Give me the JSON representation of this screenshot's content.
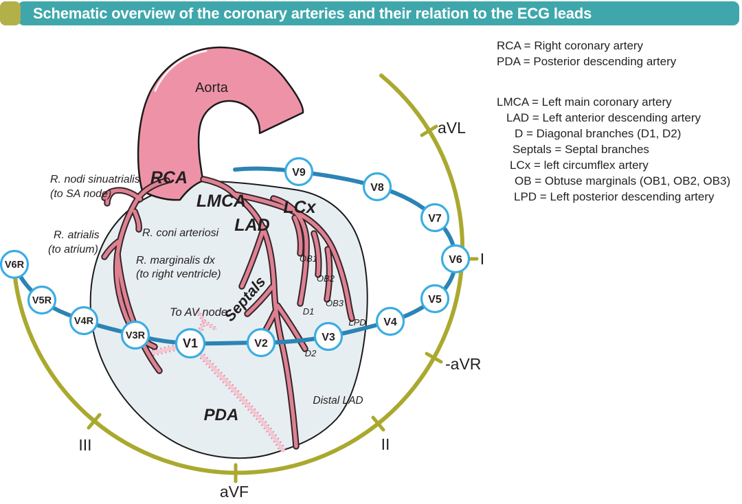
{
  "title": "Schematic overview of the coronary arteries and their relation to the ECG leads",
  "legend": {
    "group1": [
      "RCA = Right coronary artery",
      "PDA = Posterior descending artery"
    ],
    "group2": [
      "LMCA = Left main coronary artery",
      "LAD = Left anterior descending artery",
      "D = Diagonal branches (D1, D2)",
      "Septals = Septal branches",
      "LCx = left circumflex artery",
      "OB = Obtuse marginals (OB1, OB2, OB3)",
      "LPD = Left posterior descending artery"
    ]
  },
  "anatomy": {
    "aorta": "Aorta",
    "rca": "RCA",
    "lmca": "LMCA",
    "lcx": "LCx",
    "lad": "LAD",
    "septals": "Septals",
    "pda": "PDA",
    "r_nodi_line1": "R. nodi sinuatrialis",
    "r_nodi_line2": "(to SA node)",
    "r_atrialis_line1": "R. atrialis",
    "r_atrialis_line2": "(to atrium)",
    "r_coni": "R. coni arteriosi",
    "r_marginalis_line1": "R. marginalis dx",
    "r_marginalis_line2": "(to right ventricle)",
    "to_av_node": "To AV node",
    "ob1": "OB1",
    "ob2": "OB2",
    "ob3": "OB3",
    "d1": "D1",
    "d2": "D2",
    "lpd": "LPD",
    "distal_lad": "Distal LAD"
  },
  "ecg": {
    "markers": [
      "V9",
      "V8",
      "V7",
      "V6",
      "V5",
      "V4",
      "V3",
      "V2",
      "V1",
      "V3R",
      "V4R",
      "V5R",
      "V6R"
    ],
    "limb_leads": {
      "avl": "aVL",
      "lead_i": "I",
      "neg_avr": "-aVR",
      "lead_ii": "II",
      "avf": "aVF",
      "lead_iii": "III"
    }
  },
  "colors": {
    "title_bar_teal": "#3fa7ab",
    "accent_olive": "#b3b04a",
    "limb_lead_circle_olive": "#aaa92f",
    "chest_lead_curve_blue": "#2b84b4",
    "marker_ring_blue": "#3bade2",
    "artery_rose": "#de8191",
    "artery_outline": "#33242a",
    "aorta_pink": "#ee93a7",
    "heart_fill": "#e7eef1",
    "posterior_artery_pink": "#f4c8d3",
    "text_dark": "#231f20"
  }
}
